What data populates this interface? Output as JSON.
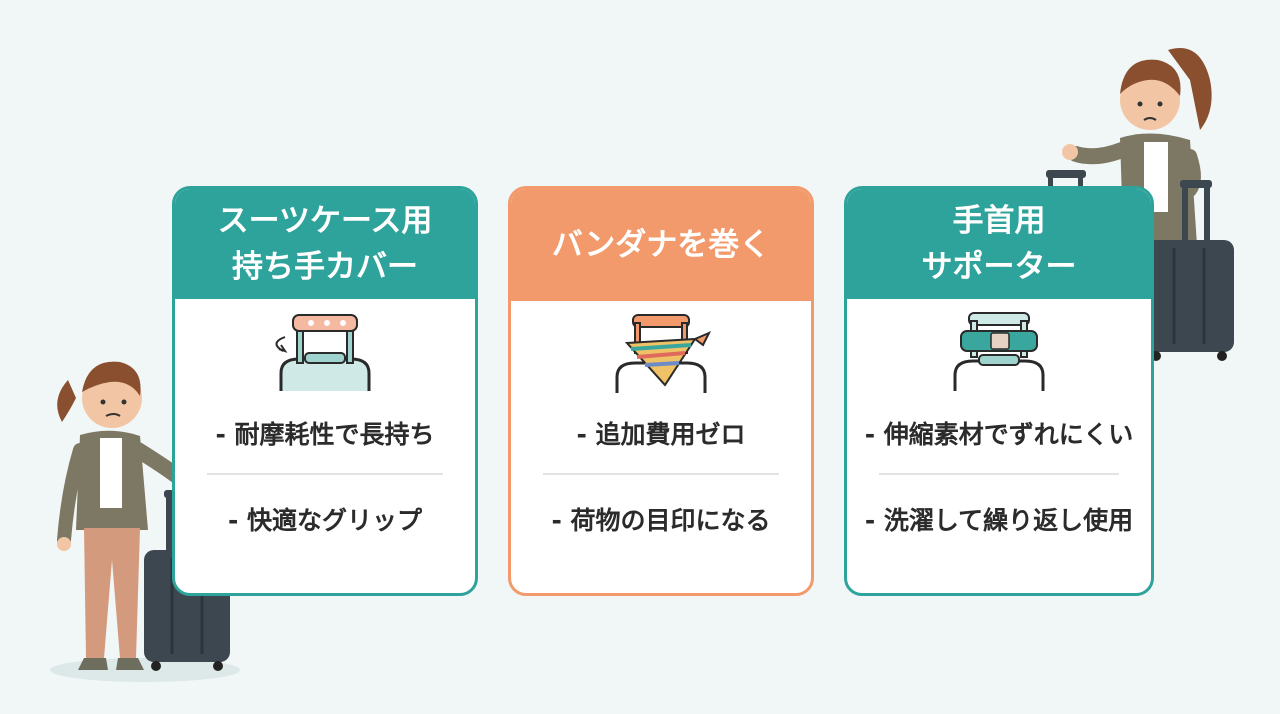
{
  "colors": {
    "teal": "#2ea39b",
    "orange": "#f39a6c",
    "background": "#f1f6f6"
  },
  "cards": [
    {
      "title_line1": "スーツケース用",
      "title_line2": "持ち手カバー",
      "icon": "handle-cover-icon",
      "point1": "- 耐摩耗性で長持ち",
      "point2": "- 快適なグリップ"
    },
    {
      "title_line1": "バンダナを巻く",
      "icon": "bandana-handle-icon",
      "point1": "- 追加費用ゼロ",
      "point2": "- 荷物の目印になる"
    },
    {
      "title_line1": "手首用",
      "title_line2": "サポーター",
      "icon": "wrist-support-handle-icon",
      "point1": "- 伸縮素材でずれにくい",
      "point2": "- 洗濯して繰り返し使用"
    }
  ],
  "illustrations": [
    "woman-with-suitcase-left",
    "woman-with-suitcase-right"
  ]
}
